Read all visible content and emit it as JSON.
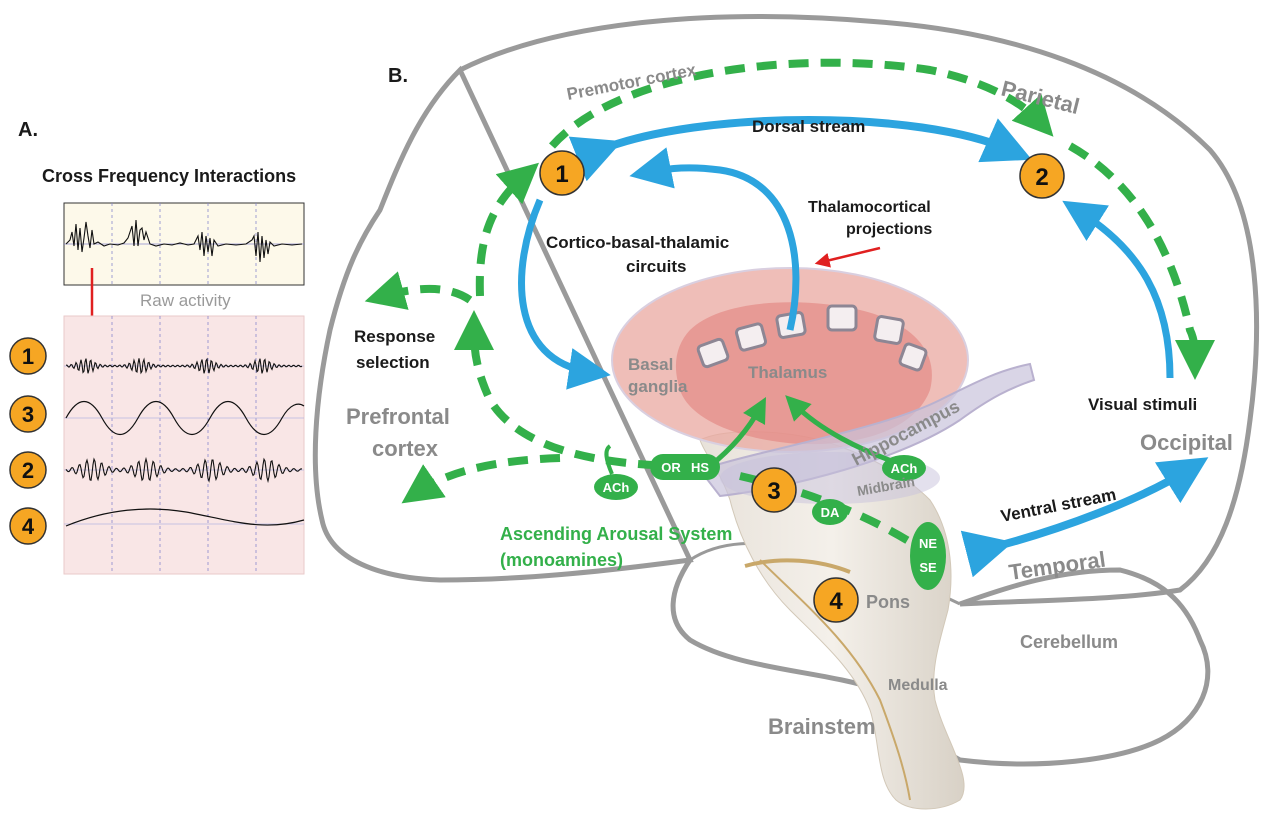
{
  "colors": {
    "green": "#33b04a",
    "blue": "#2ca4df",
    "red": "#e02020",
    "badge_fill": "#f6a623",
    "outline_gray": "#9a9a9a",
    "panel_pink": "#f9e6e6"
  },
  "panel_a": {
    "letter": "A.",
    "title": "Cross Frequency Interactions",
    "raw_label": "Raw activity",
    "rows": [
      {
        "badge": "1",
        "wave": "fast-bursts"
      },
      {
        "badge": "3",
        "wave": "slow-sine"
      },
      {
        "badge": "2",
        "wave": "mid-bursts"
      },
      {
        "badge": "4",
        "wave": "very-slow-sine"
      }
    ]
  },
  "panel_b": {
    "letter": "B.",
    "regions": {
      "premotor": "Premotor cortex",
      "parietal": "Parietal",
      "prefrontal_1": "Prefrontal",
      "prefrontal_2": "cortex",
      "occipital": "Occipital",
      "temporal": "Temporal",
      "cerebellum": "Cerebellum",
      "brainstem": "Brainstem",
      "medulla": "Medulla",
      "pons": "Pons",
      "midbrain": "Midbrain",
      "hippocampus": "Hippocampus",
      "thalamus": "Thalamus",
      "basal_1": "Basal",
      "basal_2": "ganglia"
    },
    "streams": {
      "dorsal": "Dorsal stream",
      "ventral": "Ventral stream",
      "cbt_1": "Cortico-basal-thalamic",
      "cbt_2": "circuits",
      "thal_proj_1": "Thalamocortical",
      "thal_proj_2": "projections",
      "response_1": "Response",
      "response_2": "selection",
      "visual": "Visual stimuli",
      "arousal_1": "Ascending Arousal System",
      "arousal_2": "(monoamines)"
    },
    "neuromodulators": {
      "or": "OR",
      "hs": "HS",
      "ach_left": "ACh",
      "ach_right": "ACh",
      "da": "DA",
      "ne": "NE",
      "se": "SE"
    },
    "badges": [
      "1",
      "2",
      "3",
      "4"
    ]
  }
}
